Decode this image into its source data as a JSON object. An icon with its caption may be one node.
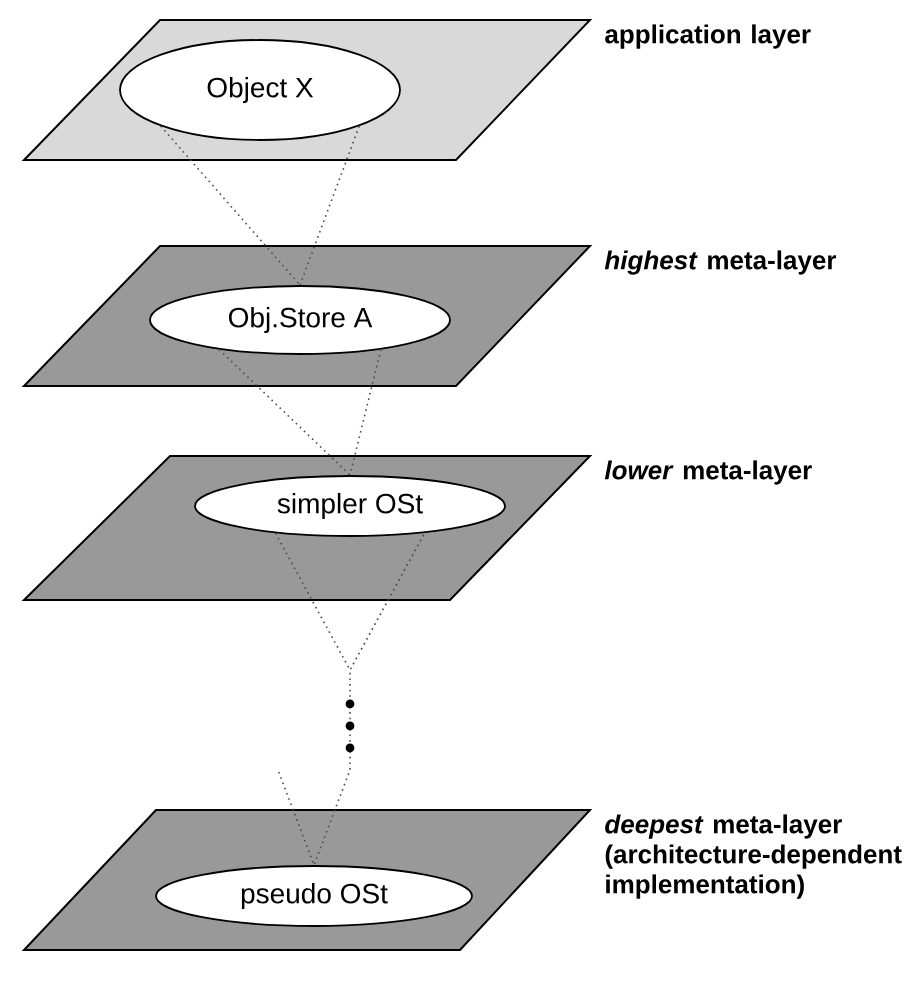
{
  "diagram": {
    "nodes": [
      {
        "text": [],
        "shape": "parallelogram",
        "beside": [
          "application layer"
        ]
      },
      {
        "text": [
          "Object X"
        ],
        "in": 0
      },
      {
        "text": [],
        "shape": "parallelogram",
        "beside": [
          "*highest* meta-layer"
        ]
      },
      {
        "text": [
          "Obj.Store A"
        ],
        "in": 2
      },
      {
        "text": [],
        "shape": "parallelogram",
        "beside": [
          "*lower* meta-layer"
        ]
      },
      {
        "text": [
          "simpler OSt"
        ],
        "in": 4
      },
      {
        "text": [],
        "shape": "parallelogram",
        "beside": [
          "*deepest* meta-layer (architecture-dependent implementation)"
        ]
      },
      {
        "text": [
          "pseudo OSt"
        ],
        "in": 6
      }
    ],
    "edges": [
      {
        "from": 1,
        "to": 3,
        "arrow": "none",
        "style": "dashed"
      },
      {
        "from": 3,
        "to": 5,
        "arrow": "none",
        "style": "dashed"
      },
      {
        "from": 5,
        "to": 7,
        "arrow": "none",
        "style": "dashed"
      }
    ]
  }
}
